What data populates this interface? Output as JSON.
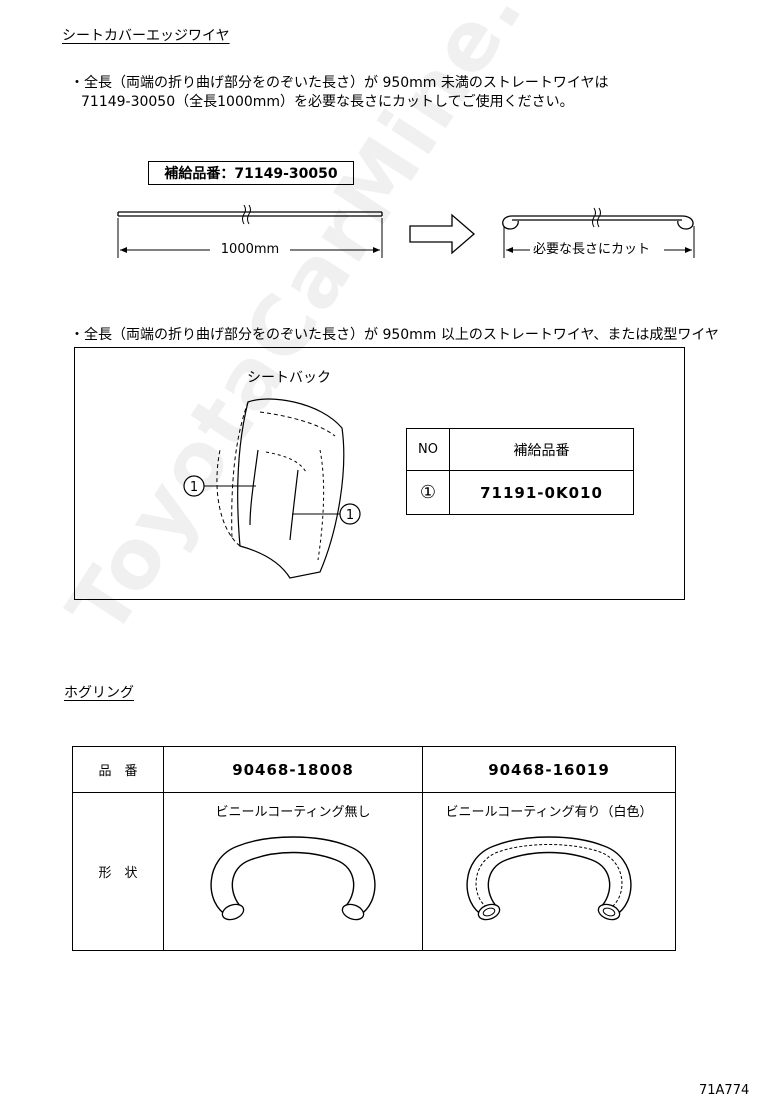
{
  "section1": {
    "title": "シートカバーエッジワイヤ",
    "note_line1": "・全長（両端の折り曲げ部分をのぞいた長さ）が 950mm 未満のストレートワイヤは",
    "note_line2": "71149-30050（全長1000mm）を必要な長さにカットしてご使用ください。",
    "part_label": "補給品番：71149-30050",
    "length_label": "1000mm",
    "cut_label": "必要な長さにカット"
  },
  "section2": {
    "note": "・全長（両端の折り曲げ部分をのぞいた長さ）が 950mm 以上のストレートワイヤ、または成型ワイヤ",
    "seat_label": "シートバック",
    "callout": "①",
    "table": {
      "headers": [
        "NO",
        "補給品番"
      ],
      "rows": [
        [
          "①",
          "71191-0K010"
        ]
      ]
    }
  },
  "section3": {
    "title": "ホグリング",
    "table": {
      "row1_label": "品　番",
      "row2_label": "形　状",
      "col1_part": "90468-18008",
      "col2_part": "90468-16019",
      "col1_desc": "ビニールコーティング無し",
      "col2_desc": "ビニールコーティング有り（白色）"
    }
  },
  "doc_code": "71A774",
  "watermark": "ToyotaCarMine.ru"
}
